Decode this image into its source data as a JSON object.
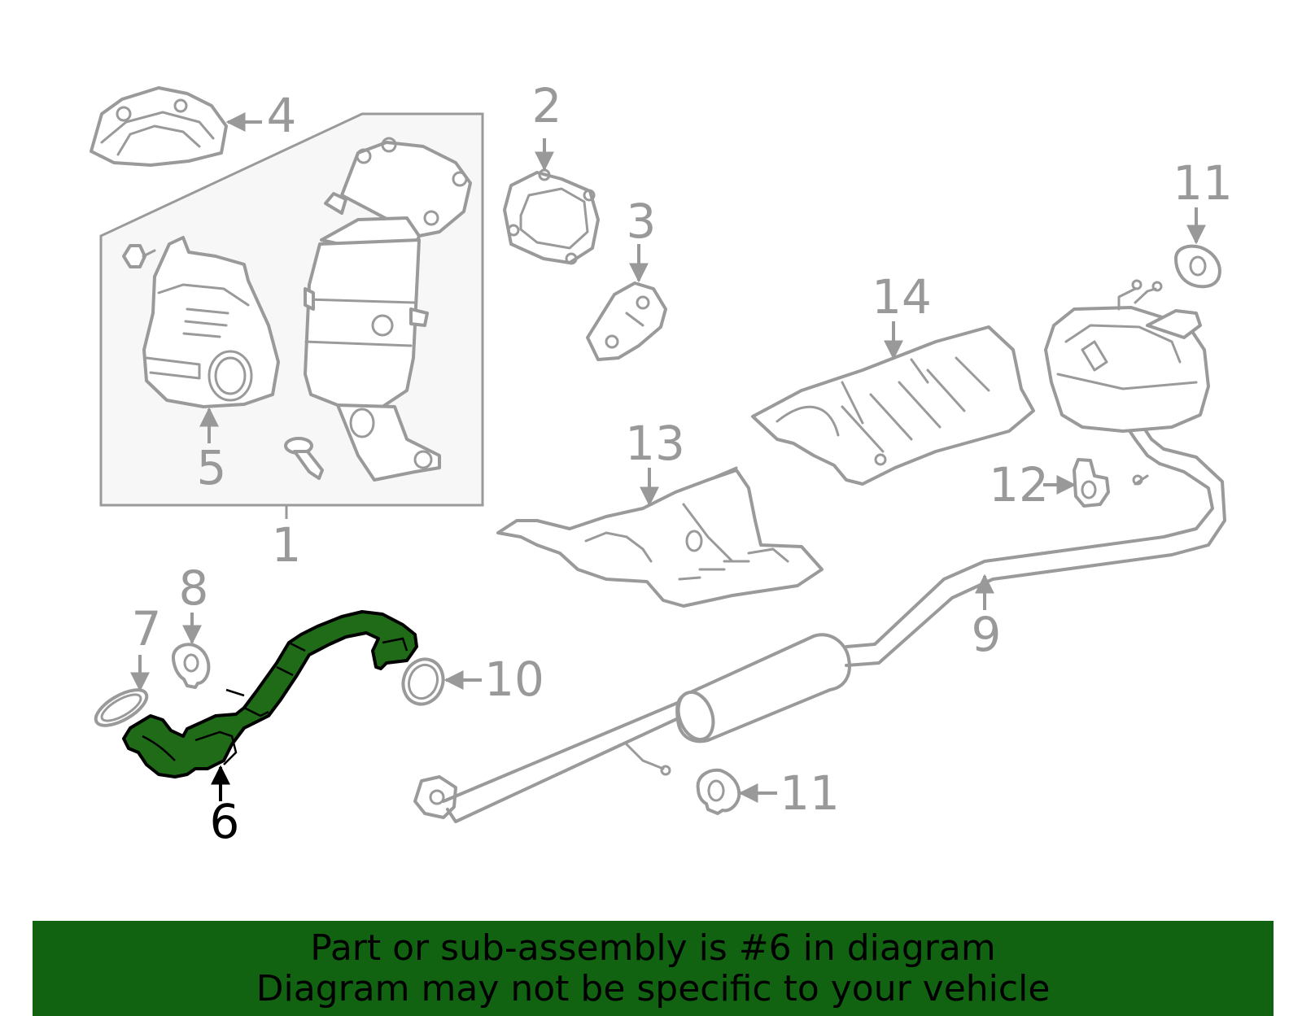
{
  "colors": {
    "highlight_fill": "#1f6b18",
    "banner_background": "#116311",
    "callout_text": "#999999",
    "callout_active_text": "#000000",
    "part_outline": "#9a9a9a",
    "assembly_box_fill": "#f7f7f7"
  },
  "diagram": {
    "highlighted_part": "6",
    "callouts": {
      "c1": "1",
      "c2": "2",
      "c3": "3",
      "c4": "4",
      "c5": "5",
      "c6": "6",
      "c7": "7",
      "c8": "8",
      "c9": "9",
      "c10": "10",
      "c11a": "11",
      "c11b": "11",
      "c12": "12",
      "c13": "13",
      "c14": "14"
    }
  },
  "banner": {
    "line1": "Part or sub-assembly is #6 in diagram",
    "line2": "Diagram may not be specific to your vehicle"
  }
}
